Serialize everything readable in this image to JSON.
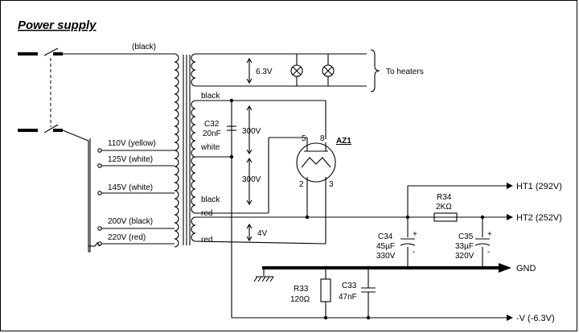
{
  "title": "Power supply",
  "transformer": {
    "primary_top_wire": "(black)",
    "taps": [
      {
        "label": "110V (yellow)"
      },
      {
        "label": "125V (white)"
      },
      {
        "label": "145V (white)"
      },
      {
        "label": "200V (black)"
      },
      {
        "label": "220V (red)"
      }
    ],
    "secondary_wire_labels": {
      "ht_top": "black",
      "ht_center": "white",
      "ht_bottom": "black",
      "aux_top": "red",
      "aux_bottom": "red"
    }
  },
  "heater_winding": {
    "voltage": "6.3V",
    "label": "To heaters"
  },
  "ht_winding": {
    "upper_voltage": "300V",
    "lower_voltage": "300V"
  },
  "aux_winding": {
    "voltage": "4V"
  },
  "tube": {
    "name": "AZ1",
    "pins": {
      "p5": "5",
      "p8": "8",
      "p2": "2",
      "p3": "3"
    }
  },
  "components": {
    "c32": {
      "ref": "C32",
      "value": "20nF"
    },
    "c34": {
      "ref": "C34",
      "value": "45µF",
      "voltage": "330V"
    },
    "c35": {
      "ref": "C35",
      "value": "33µF",
      "voltage": "320V"
    },
    "r34": {
      "ref": "R34",
      "value": "2KΩ"
    },
    "r33": {
      "ref": "R33",
      "value": "120Ω"
    },
    "c33": {
      "ref": "C33",
      "value": "47nF"
    },
    "plus_sign": "+",
    "minus_sign": "-"
  },
  "outputs": {
    "ht1": "HT1 (292V)",
    "ht2": "HT2 (252V)",
    "gnd": "GND",
    "neg": "-V (-6.3V)"
  }
}
